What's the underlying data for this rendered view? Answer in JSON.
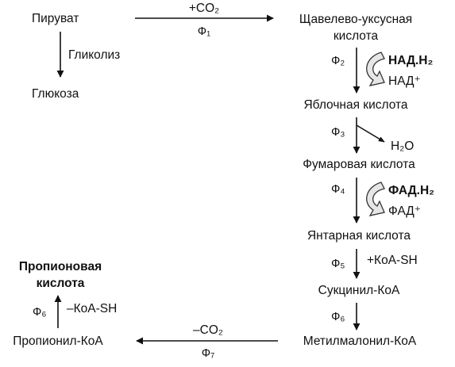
{
  "nodes": {
    "pyruvate": "Пируват",
    "glucose": "Глюкоза",
    "oxaloacetic": [
      "Щавелево-уксусная",
      "кислота"
    ],
    "malic": "Яблочная кислота",
    "fumaric": "Фумаровая кислота",
    "succinic": "Янтарная кислота",
    "succinyl_coa": "Сукцинил-КоА",
    "methylmalonyl_coa": "Метилмалонил-КоА",
    "propionyl_coa": "Пропионил-КоА",
    "propionic": [
      "Пропионовая",
      "кислота"
    ]
  },
  "edges": {
    "pyruvate_to_oxaloacetic": {
      "top": "+CO₂",
      "enzyme": "Ф₁"
    },
    "pyruvate_to_glucose": {
      "label": "Гликолиз"
    },
    "oxaloacetic_to_malic": {
      "enzyme": "Ф₂",
      "cofactor_in": "НАД.Н₂",
      "cofactor_out": "НАД⁺"
    },
    "malic_to_fumaric": {
      "enzyme": "Ф₃",
      "product": "H₂O"
    },
    "fumaric_to_succinic": {
      "enzyme": "Ф₄",
      "cofactor_in": "ФАД.Н₂",
      "cofactor_out": "ФАД⁺"
    },
    "succinic_to_succinyl": {
      "enzyme": "Ф₅",
      "side": "+КоА-SH"
    },
    "succinyl_to_methylmalonyl": {
      "enzyme": "Ф₆"
    },
    "methylmalonyl_to_propionyl": {
      "top": "–CO₂",
      "enzyme": "Ф₇"
    },
    "propionyl_to_propionic": {
      "enzyme": "Ф₆",
      "side": "–КоА-SH"
    }
  }
}
